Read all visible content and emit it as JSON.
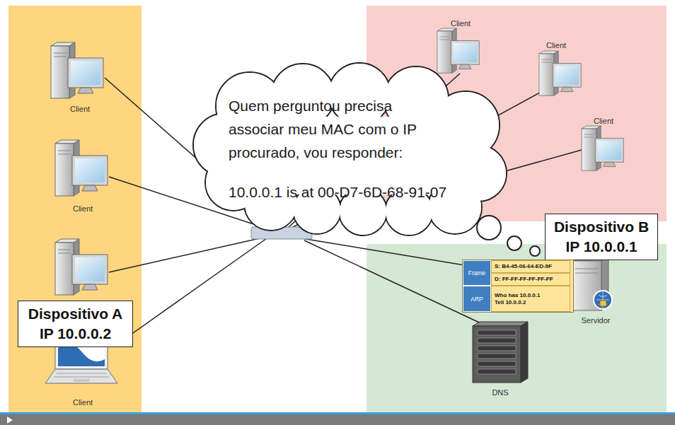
{
  "diagram": {
    "nodes": [
      {
        "text": [
          "Quem perguntou precisa associar meu MAC com o IP procurado, vou responder:",
          "10.0.0.1 is at 00-D7-6D-68-91-07"
        ]
      },
      {
        "text": [
          "Dispositivo B IP 10.0.0.1"
        ]
      },
      {
        "text": [
          "Frame",
          "S: B4-45-06-64-ED-9F",
          "D: FF-FF-FF-FF-FF-FF",
          "ARP",
          "Who has 10.0.0.1 Tell 10.0.0.2"
        ]
      },
      {
        "text": [
          "Dispositivo A IP 10.0.0.2"
        ]
      }
    ],
    "labels": [
      "Client",
      "Client",
      "Client",
      "Client",
      "Client",
      "Servidor",
      "DNS",
      "Client"
    ]
  }
}
